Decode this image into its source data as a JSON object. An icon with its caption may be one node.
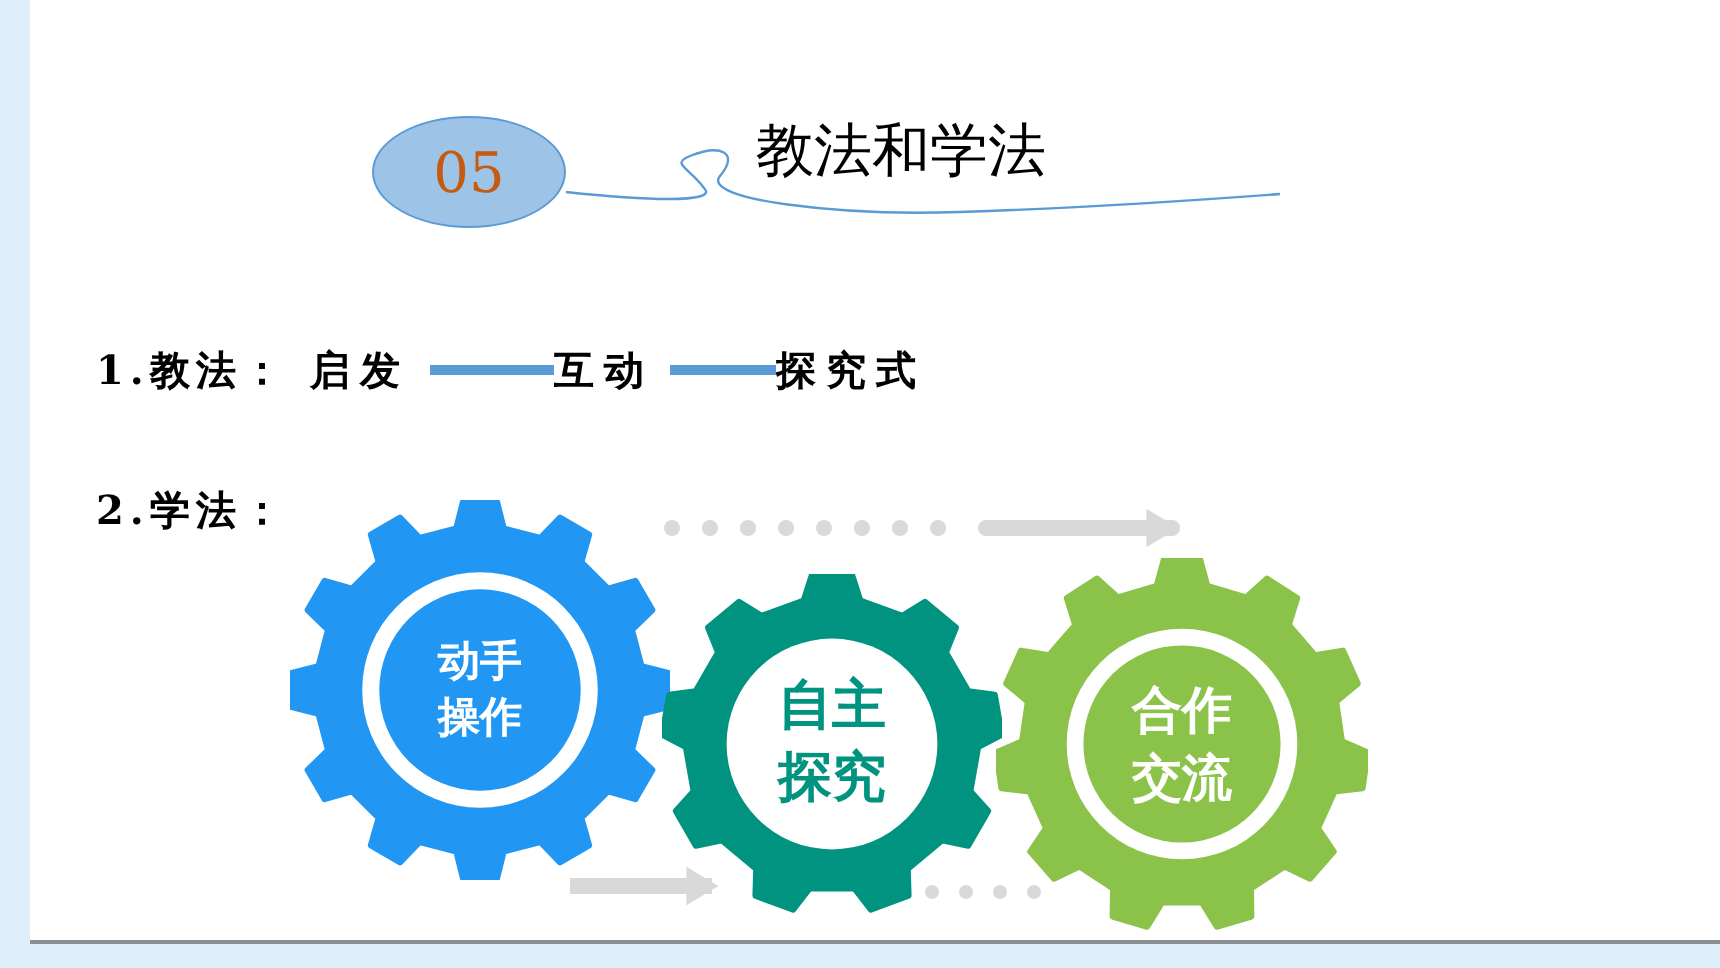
{
  "diagram": {
    "title": "教法和学法",
    "nodes": [
      {
        "text": [
          "05"
        ]
      },
      {
        "text": [
          "动手操作"
        ]
      },
      {
        "text": [
          "自主探究"
        ]
      },
      {
        "text": [
          "合作交流"
        ]
      },
      {
        "text": [
          "启发"
        ]
      },
      {
        "text": [
          "互动"
        ]
      },
      {
        "text": [
          "探究式"
        ]
      }
    ],
    "edges": [
      {
        "from": 1,
        "to": 3,
        "arrow": "to",
        "style": "dashed"
      },
      {
        "from": 1,
        "to": 2,
        "arrow": "to"
      },
      {
        "from": 2,
        "to": 3,
        "arrow": "none",
        "style": "dashed"
      },
      {
        "from": 4,
        "to": 5,
        "arrow": "none",
        "color": "#5b9bd5"
      },
      {
        "from": 5,
        "to": 6,
        "arrow": "none",
        "color": "#5b9bd5"
      }
    ],
    "labels": [
      "1.教法：",
      "2.学法："
    ]
  }
}
